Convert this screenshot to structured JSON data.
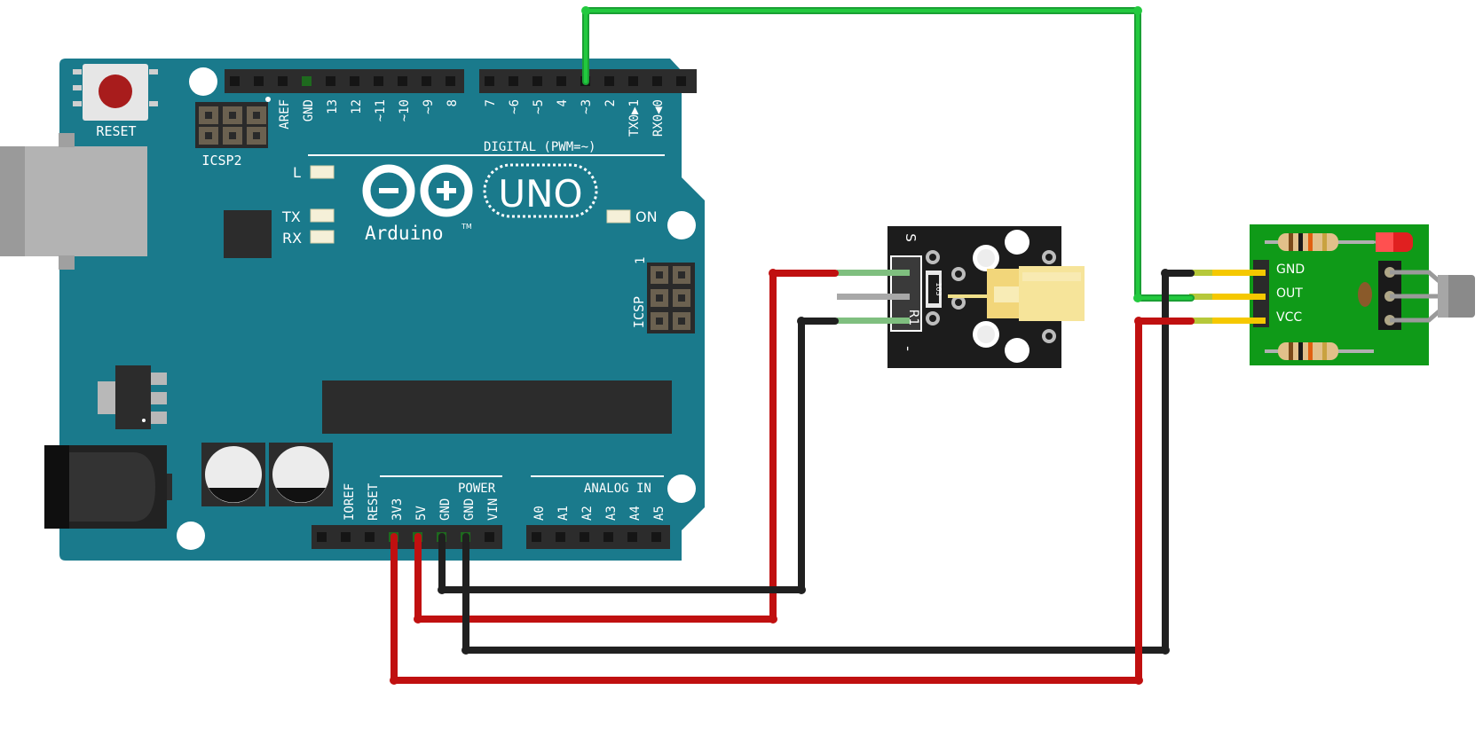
{
  "board": {
    "reset": "RESET",
    "icsp2": "ICSP2",
    "icsp": "ICSP",
    "icsp_pin1": "1",
    "led_l": "L",
    "led_tx": "TX",
    "led_rx": "RX",
    "led_on": "ON",
    "logo_brand": "Arduino",
    "logo_tm": "TM",
    "logo_model": "UNO",
    "digital_header_label": "DIGITAL (PWM=~)",
    "power_label": "POWER",
    "analog_label": "ANALOG IN",
    "top_pins_left": [
      "AREF",
      "GND",
      "13",
      "12",
      "~11",
      "~10",
      "~9",
      "8"
    ],
    "top_pins_right": [
      "7",
      "~6",
      "~5",
      "4",
      "~3",
      "2",
      "TX0▶1",
      "RX0◀0"
    ],
    "power_pins": [
      "IOREF",
      "RESET",
      "3V3",
      "5V",
      "GND",
      "GND",
      "VIN"
    ],
    "analog_pins": [
      "A0",
      "A1",
      "A2",
      "A3",
      "A4",
      "A5"
    ]
  },
  "laser_module": {
    "pin_s": "S",
    "pin_minus": "-",
    "resistor_code": "103",
    "resistor_ref": "R1"
  },
  "sensor_module": {
    "pin_gnd": "GND",
    "pin_out": "OUT",
    "pin_vcc": "VCC"
  },
  "colors": {
    "board": "#1a7a8c",
    "wire_red": "#c01010",
    "wire_black": "#202020",
    "wire_green": "#1db83a",
    "sensor_pcb": "#0f9a18",
    "laser_pcb": "#1c1c1c"
  }
}
